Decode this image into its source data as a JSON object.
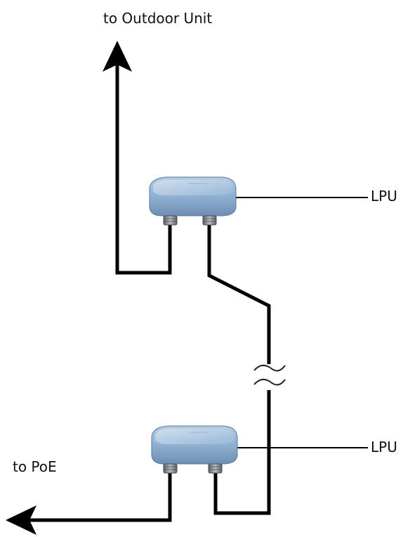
{
  "labels": {
    "to_outdoor_unit": "to Outdoor Unit",
    "to_poe": "to PoE",
    "lpu_top": "LPU",
    "lpu_bottom": "LPU"
  },
  "colors": {
    "cable": "#000000",
    "device_body": "#7fa0c4",
    "device_top": "#9ab8d8",
    "connector": "#8a8f96"
  }
}
